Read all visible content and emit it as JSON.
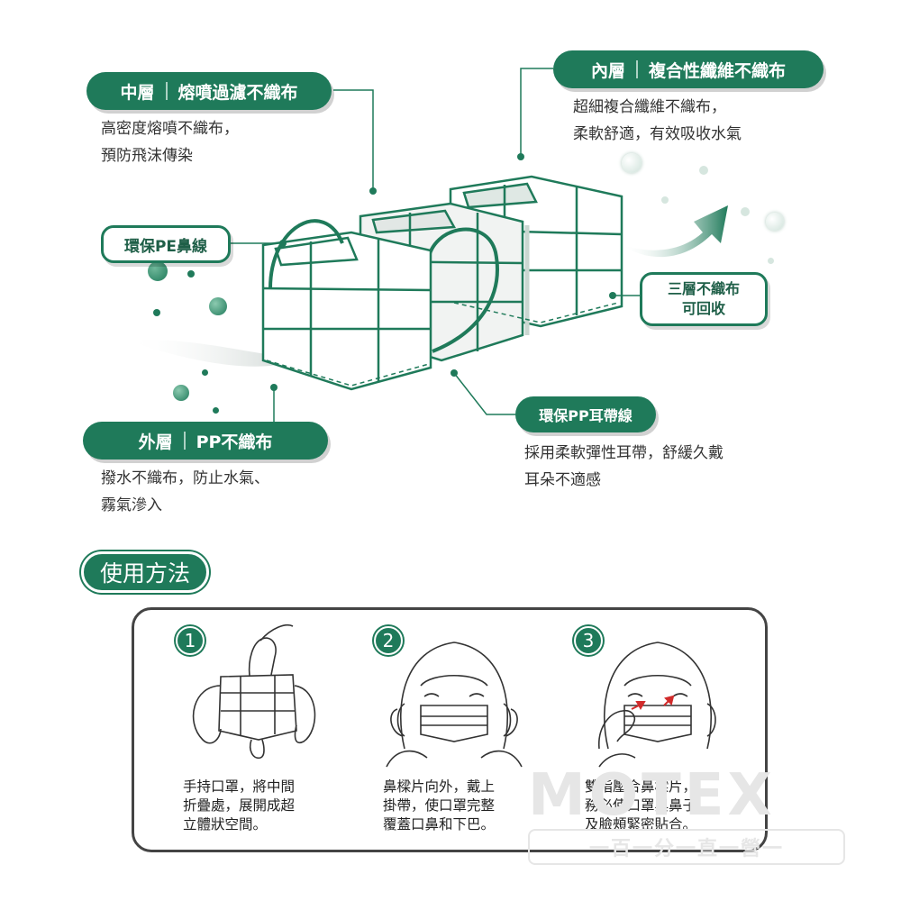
{
  "layers": {
    "middle": {
      "title": "中層",
      "material": "熔噴過濾不織布",
      "lines": [
        "高密度熔噴不織布，",
        "預防飛沫傳染"
      ]
    },
    "inner": {
      "title": "內層",
      "material": "複合性纖維不織布",
      "lines": [
        "超細複合纖維不織布，",
        "柔軟舒適，有效吸收水氣"
      ]
    },
    "outer": {
      "title": "外層",
      "material": "PP不織布",
      "lines": [
        "撥水不織布，防止水氣、",
        "霧氣滲入"
      ]
    }
  },
  "tags": {
    "nose_wire": "環保PE鼻線",
    "recyclable": [
      "三層不織布",
      "可回收"
    ],
    "ear_loop": "環保PP耳帶線",
    "ear_loop_lines": [
      "採用柔軟彈性耳帶，舒緩久戴",
      "耳朵不適感"
    ]
  },
  "howto": {
    "title": "使用方法",
    "steps": [
      {
        "num": "1",
        "lines": [
          "手持口罩，將中間",
          "折疊處，展開成超",
          "立體狀空間。"
        ]
      },
      {
        "num": "2",
        "lines": [
          "鼻樑片向外，戴上",
          "掛帶，使口罩完整",
          "覆蓋口鼻和下巴。"
        ]
      },
      {
        "num": "3",
        "lines": [
          "雙指壓合鼻樑片，",
          "務必使口罩與鼻子",
          "及臉頰緊密貼合。"
        ]
      }
    ]
  },
  "watermark": {
    "brand": "MOTEX",
    "slogan": "一百一分一直一營一"
  },
  "colors": {
    "accent": "#1f7a5a",
    "dark": "#1f5f48"
  }
}
